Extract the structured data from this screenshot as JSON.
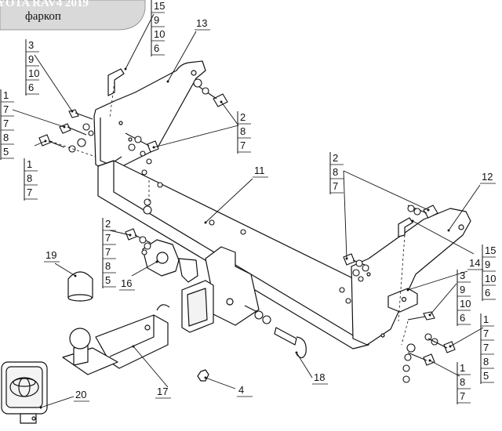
{
  "header": {
    "model": "YOTA RAV4 2019",
    "caption": "фаркоп"
  },
  "callouts": {
    "c15a": [
      "15",
      "9",
      "10",
      "6"
    ],
    "c13": [
      "13"
    ],
    "c3a": [
      "3",
      "9",
      "10",
      "6"
    ],
    "c1a": [
      "1",
      "7",
      "7",
      "8",
      "5"
    ],
    "c1b": [
      "1",
      "8",
      "7"
    ],
    "c2a": [
      "2",
      "8",
      "7"
    ],
    "c11": [
      "11"
    ],
    "c2b": [
      "2",
      "8",
      "7"
    ],
    "c12": [
      "12"
    ],
    "c2c": [
      "2",
      "7",
      "7",
      "8",
      "5"
    ],
    "c19": [
      "19"
    ],
    "c16": [
      "16"
    ],
    "c15b": [
      "15",
      "9",
      "10",
      "6"
    ],
    "c14": [
      "14"
    ],
    "c3b": [
      "3",
      "9",
      "10",
      "6"
    ],
    "c1c": [
      "1",
      "7",
      "7",
      "8",
      "5"
    ],
    "c1d": [
      "1",
      "8",
      "7"
    ],
    "c17": [
      "17"
    ],
    "c18": [
      "18"
    ],
    "c4": [
      "4"
    ],
    "c20": [
      "20"
    ]
  }
}
